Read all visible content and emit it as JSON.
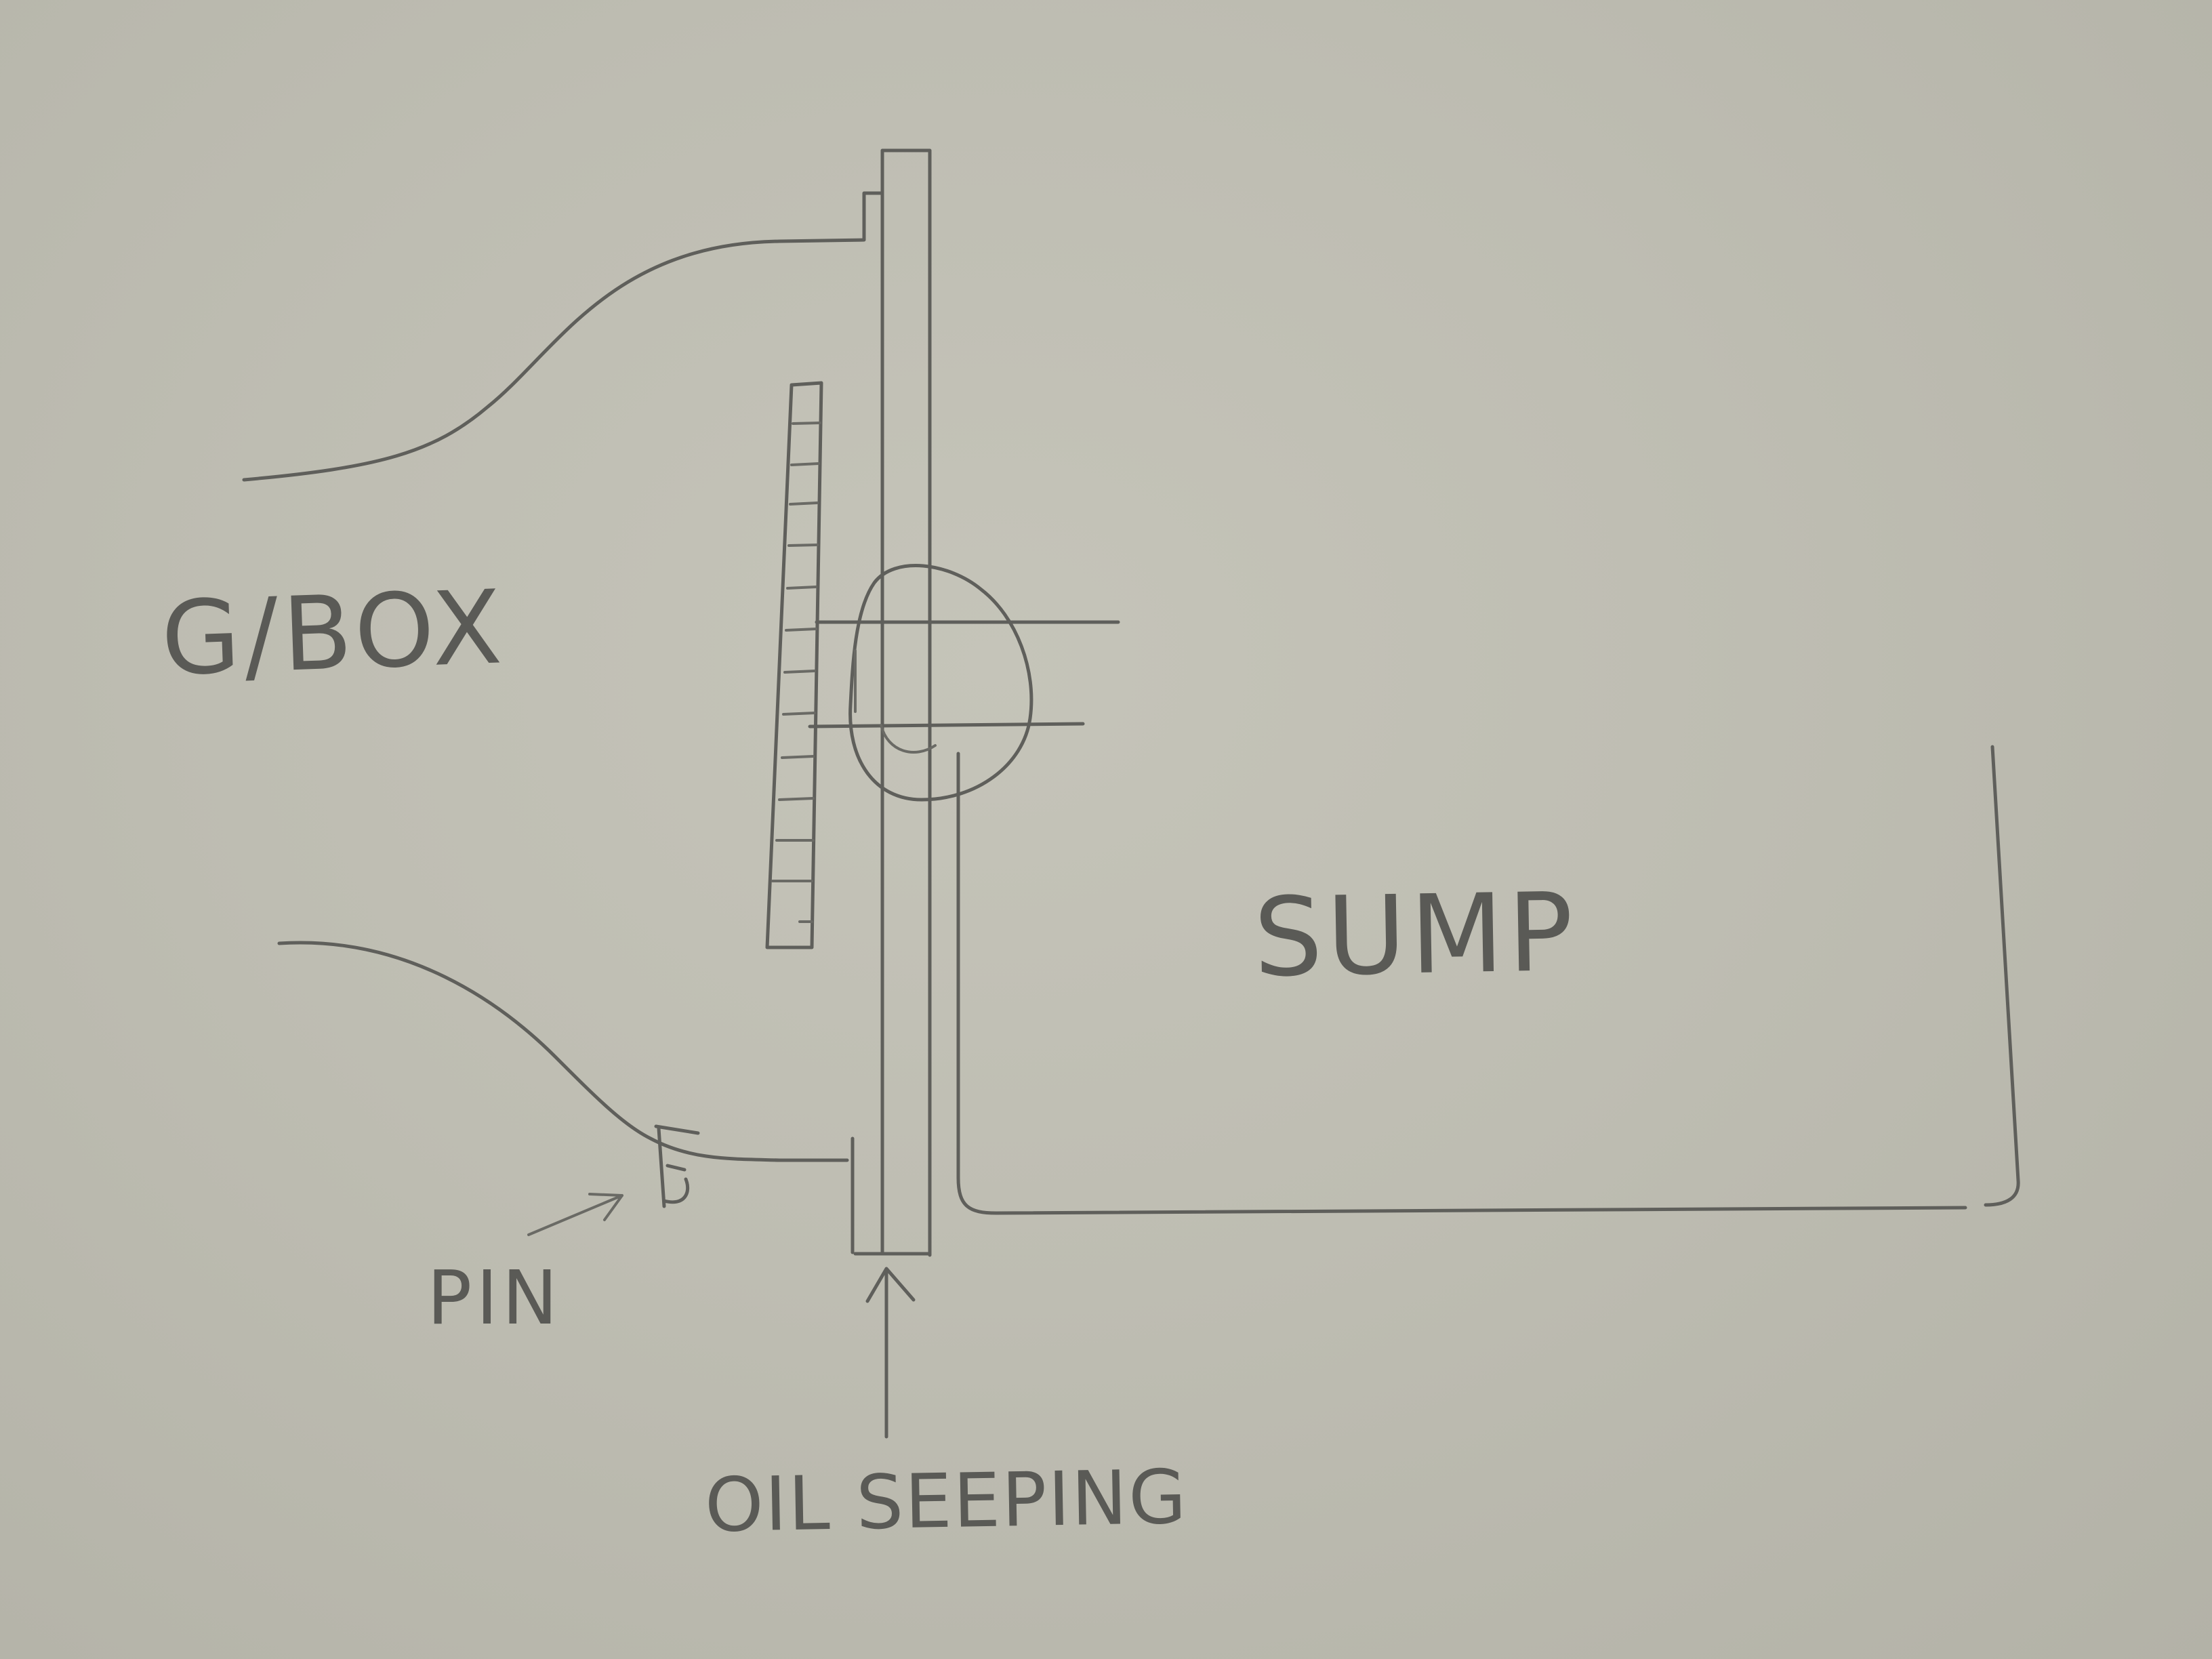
{
  "labels": {
    "gbox": "G/BOX",
    "sump": "SUMP",
    "pin": "PIN",
    "oil_seeping": "OIL SEEPING"
  },
  "colors": {
    "paper": "#c1c0b5",
    "pencil": "#5f5f5b"
  }
}
